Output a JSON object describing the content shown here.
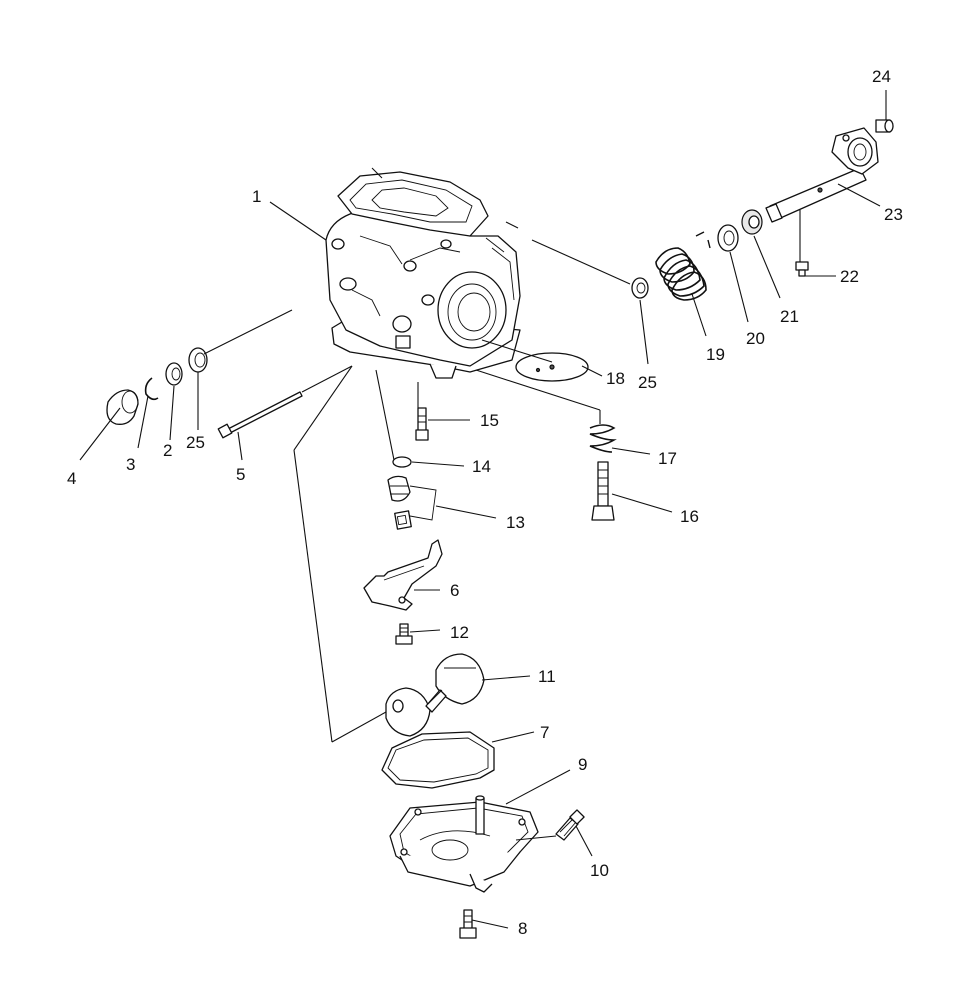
{
  "diagram": {
    "labels": [
      "1",
      "2",
      "3",
      "4",
      "5",
      "6",
      "7",
      "8",
      "9",
      "10",
      "11",
      "12",
      "13",
      "14",
      "15",
      "16",
      "17",
      "18",
      "19",
      "20",
      "21",
      "22",
      "23",
      "24",
      "25",
      "25"
    ]
  }
}
